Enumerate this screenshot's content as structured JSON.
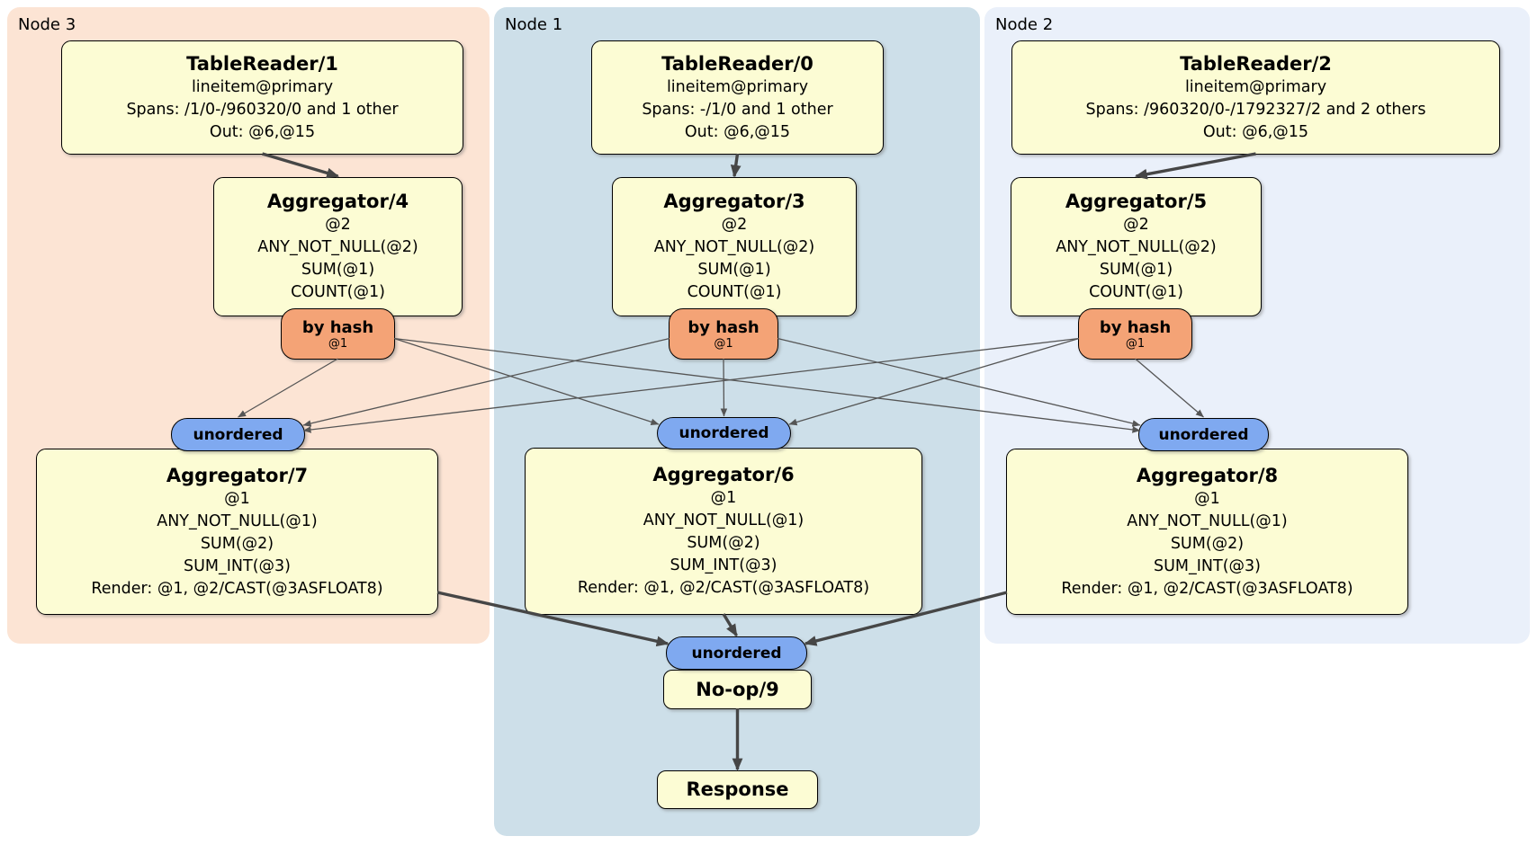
{
  "diagram": {
    "title_hint": "DistSQL physical plan",
    "colors": {
      "node3_bg": "#fce4d4",
      "node1_bg": "#cddfe9",
      "node2_bg": "#eaf0fa",
      "box_bg": "#fcfcd4",
      "box_border": "#000000",
      "router_bg": "#f4a376",
      "sync_bg": "#7fa9f0",
      "edge_thin": "#555555",
      "edge_thick": "#464646"
    },
    "groups": [
      {
        "id": "node3",
        "label": "Node 3"
      },
      {
        "id": "node1",
        "label": "Node 1"
      },
      {
        "id": "node2",
        "label": "Node 2"
      }
    ],
    "processors": [
      {
        "id": "tr1",
        "title": "TableReader/1",
        "lines": [
          "lineitem@primary",
          "Spans: /1/0-/960320/0 and 1 other",
          "Out: @6,@15"
        ]
      },
      {
        "id": "tr0",
        "title": "TableReader/0",
        "lines": [
          "lineitem@primary",
          "Spans: -/1/0 and 1 other",
          "Out: @6,@15"
        ]
      },
      {
        "id": "tr2",
        "title": "TableReader/2",
        "lines": [
          "lineitem@primary",
          "Spans: /960320/0-/1792327/2 and 2 others",
          "Out: @6,@15"
        ]
      },
      {
        "id": "agg4",
        "title": "Aggregator/4",
        "lines": [
          "@2",
          "ANY_NOT_NULL(@2)",
          "SUM(@1)",
          "COUNT(@1)"
        ]
      },
      {
        "id": "agg3",
        "title": "Aggregator/3",
        "lines": [
          "@2",
          "ANY_NOT_NULL(@2)",
          "SUM(@1)",
          "COUNT(@1)"
        ]
      },
      {
        "id": "agg5",
        "title": "Aggregator/5",
        "lines": [
          "@2",
          "ANY_NOT_NULL(@2)",
          "SUM(@1)",
          "COUNT(@1)"
        ]
      },
      {
        "id": "agg7",
        "title": "Aggregator/7",
        "lines": [
          "@1",
          "ANY_NOT_NULL(@1)",
          "SUM(@2)",
          "SUM_INT(@3)",
          "Render: @1, @2/CAST(@3ASFLOAT8)"
        ]
      },
      {
        "id": "agg6",
        "title": "Aggregator/6",
        "lines": [
          "@1",
          "ANY_NOT_NULL(@1)",
          "SUM(@2)",
          "SUM_INT(@3)",
          "Render: @1, @2/CAST(@3ASFLOAT8)"
        ]
      },
      {
        "id": "agg8",
        "title": "Aggregator/8",
        "lines": [
          "@1",
          "ANY_NOT_NULL(@1)",
          "SUM(@2)",
          "SUM_INT(@3)",
          "Render: @1, @2/CAST(@3ASFLOAT8)"
        ]
      },
      {
        "id": "noop",
        "title": "No-op/9",
        "lines": []
      },
      {
        "id": "response",
        "title": "Response",
        "lines": []
      }
    ],
    "routers": [
      {
        "id": "hash4",
        "label": "by hash",
        "detail": "@1"
      },
      {
        "id": "hash3",
        "label": "by hash",
        "detail": "@1"
      },
      {
        "id": "hash5",
        "label": "by hash",
        "detail": "@1"
      }
    ],
    "syncs": [
      {
        "id": "sync7",
        "label": "unordered"
      },
      {
        "id": "sync6",
        "label": "unordered"
      },
      {
        "id": "sync8",
        "label": "unordered"
      },
      {
        "id": "syncF",
        "label": "unordered"
      }
    ],
    "edges": [
      {
        "from": "tr1",
        "to": "agg4",
        "style": "thick"
      },
      {
        "from": "tr0",
        "to": "agg3",
        "style": "thick"
      },
      {
        "from": "tr2",
        "to": "agg5",
        "style": "thick"
      },
      {
        "from": "hash4",
        "to": "sync7",
        "style": "thin"
      },
      {
        "from": "hash4",
        "to": "sync6",
        "style": "thin"
      },
      {
        "from": "hash4",
        "to": "sync8",
        "style": "thin"
      },
      {
        "from": "hash3",
        "to": "sync7",
        "style": "thin"
      },
      {
        "from": "hash3",
        "to": "sync6",
        "style": "thin"
      },
      {
        "from": "hash3",
        "to": "sync8",
        "style": "thin"
      },
      {
        "from": "hash5",
        "to": "sync7",
        "style": "thin"
      },
      {
        "from": "hash5",
        "to": "sync6",
        "style": "thin"
      },
      {
        "from": "hash5",
        "to": "sync8",
        "style": "thin"
      },
      {
        "from": "agg7",
        "to": "syncF",
        "style": "thick"
      },
      {
        "from": "agg6",
        "to": "syncF",
        "style": "thick"
      },
      {
        "from": "agg8",
        "to": "syncF",
        "style": "thick"
      },
      {
        "from": "noop",
        "to": "response",
        "style": "thick"
      }
    ]
  }
}
